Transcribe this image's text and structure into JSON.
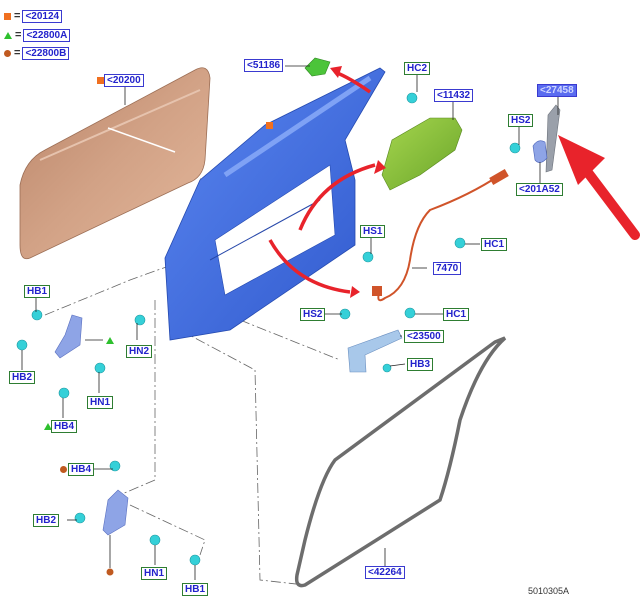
{
  "legend": [
    {
      "symbol": "orange-square",
      "color": "#f07020",
      "label": "<20124"
    },
    {
      "symbol": "green-triangle",
      "color": "#2ec02e",
      "label": "<22800A"
    },
    {
      "symbol": "brown-circle",
      "color": "#c05a20",
      "label": "<22800B"
    }
  ],
  "parts": {
    "outer_panel": "<20200",
    "glass_channel": "<51186",
    "hc2": "HC2",
    "latch_cover": "<11432",
    "handle": "<27458",
    "hs2_top": "HS2",
    "bracket": "<201A52",
    "hs1": "HS1",
    "hc1_top": "HC1",
    "cable": "7470",
    "hs2_mid": "HS2",
    "hc1_mid": "HC1",
    "check_strap": "<23500",
    "hb3": "HB3",
    "weatherstrip": "<42264",
    "hn2": "HN2"
  },
  "upper_hinge": {
    "hb1": "HB1",
    "hb2": "HB2",
    "hn1": "HN1",
    "hb4": "HB4"
  },
  "lower_hinge": {
    "hb4": "HB4",
    "hb2": "HB2",
    "hn1": "HN1",
    "hb1": "HB1"
  },
  "colors": {
    "outer_panel": "#c9967a",
    "door_frame": "#3d6de0",
    "latch_cover": "#8cc63f",
    "glass_channel": "#4cc43a",
    "fastener": "#35d0d8",
    "cable": "#d0542a",
    "arrow": "#e8232b",
    "hinge": "#8ea4e6",
    "seal": "#6d6d6d"
  },
  "drawing_code": "5010305A"
}
